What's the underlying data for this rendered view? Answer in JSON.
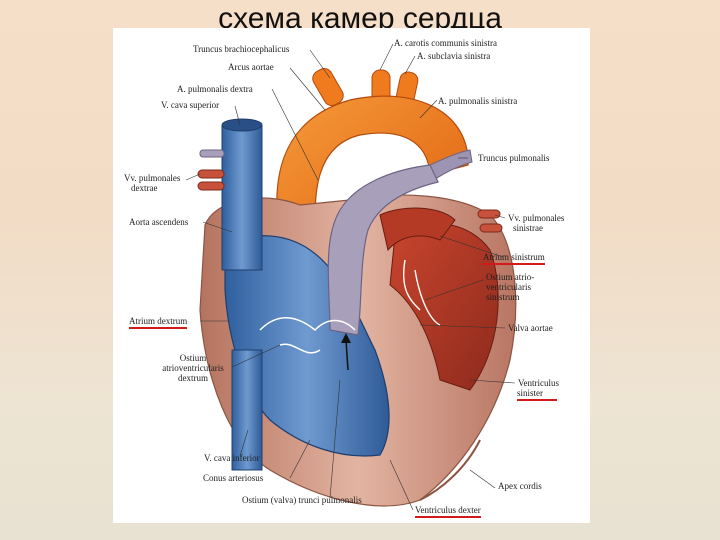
{
  "title": "схема камер сердца",
  "labels": {
    "truncus_brachiocephalicus": "Truncus brachiocephalicus",
    "arcus_aortae": "Arcus aortae",
    "a_pulmonalis_dextra": "A. pulmonalis dextra",
    "v_cava_superior": "V. cava superior",
    "vv_pulmonales_dextrae_1": "Vv. pulmonales",
    "vv_pulmonales_dextrae_2": "dextrae",
    "aorta_ascendens": "Aorta ascendens",
    "atrium_dextrum": "Atrium dextrum",
    "ostium_av_dextrum_1": "Ostium",
    "ostium_av_dextrum_2": "atrioventricularis",
    "ostium_av_dextrum_3": "dextrum",
    "v_cava_inferior": "V. cava inferior",
    "conus_arteriosus": "Conus arteriosus",
    "ostium_trunci_pulmonalis": "Ostium (valva) trunci pulmonalis",
    "a_carotis_communis_sinistra": "A. carotis communis sinistra",
    "a_subclavia_sinistra": "A. subclavia sinistra",
    "a_pulmonalis_sinistra": "A. pulmonalis sinistra",
    "truncus_pulmonalis": "Truncus pulmonalis",
    "vv_pulmonales_sinistrae_1": "Vv. pulmonales",
    "vv_pulmonales_sinistrae_2": "sinistrae",
    "atrium_sinistrum": "Atrium sinistrum",
    "ostium_av_sinistrum_1": "Ostium atrio-",
    "ostium_av_sinistrum_2": "ventricularis",
    "ostium_av_sinistrum_3": "sinistrum",
    "valva_aortae": "Valva aortae",
    "ventriculus_sinister_1": "Ventriculus",
    "ventriculus_sinister_2": "sinister",
    "apex_cordis": "Apex cordis",
    "ventriculus_dexter": "Ventriculus dexter"
  },
  "colors": {
    "underline": "#d21a1a",
    "arterial": "#f07a1e",
    "venous": "#4d7fbf",
    "muscle": "#c9897a",
    "pulmonary_trunk": "#a39bb5"
  }
}
